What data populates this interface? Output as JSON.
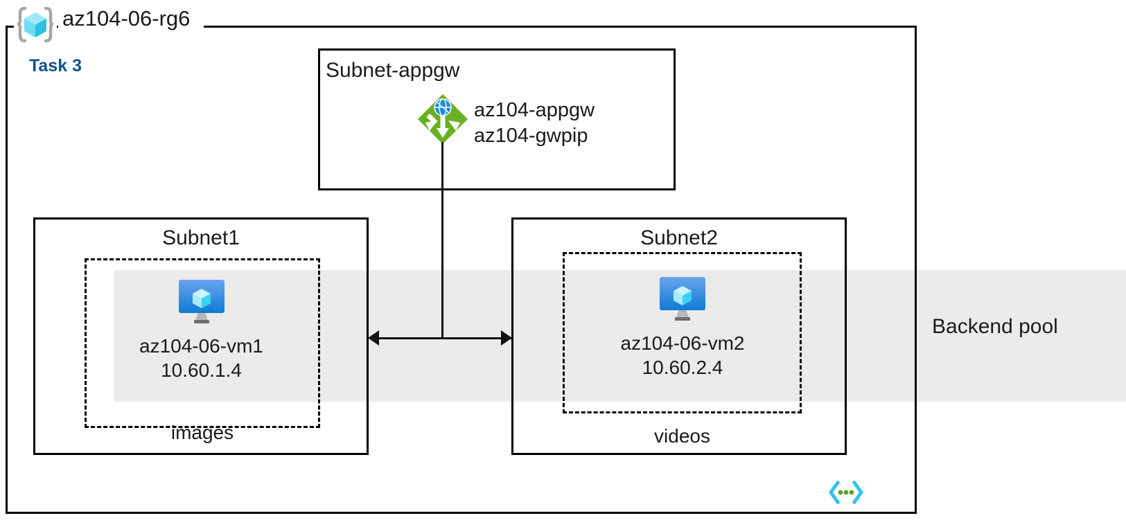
{
  "diagram": {
    "resource_group": {
      "name": "az104-06-rg6",
      "icon": "resource-group-icon"
    },
    "task_label": "Task 3",
    "accent_color": "#10518a",
    "band_color": "#ebebeb",
    "backend_pool": {
      "label": "Backend pool"
    },
    "subnets": [
      {
        "title": "Subnet-appgw",
        "node": {
          "icon": "application-gateway-icon",
          "lines": [
            "az104-appgw",
            "az104-gwpip"
          ]
        }
      },
      {
        "title": "Subnet1",
        "zone_label": "images",
        "vm": {
          "icon": "virtual-machine-icon",
          "name": "az104-06-vm1",
          "ip": "10.60.1.4"
        }
      },
      {
        "title": "Subnet2",
        "zone_label": "videos",
        "vm": {
          "icon": "virtual-machine-icon",
          "name": "az104-06-vm2",
          "ip": "10.60.2.4"
        }
      }
    ],
    "footer_icon": "code-template-icon"
  }
}
